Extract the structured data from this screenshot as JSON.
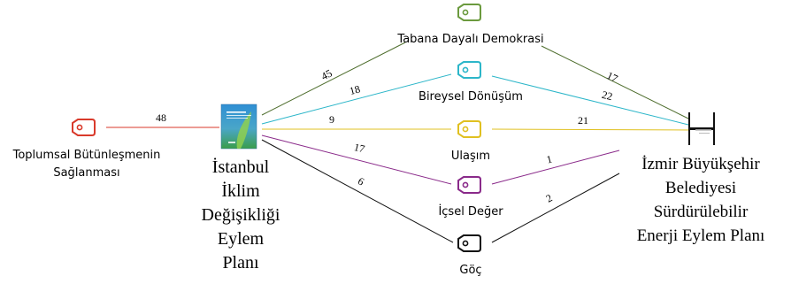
{
  "nodes": {
    "source_left": {
      "label": "Toplumsal Bütünleşmenin Sağlanması",
      "lines": [
        "Toplumsal Bütünleşmenin",
        "Sağlanması"
      ],
      "color": "#d93a2b"
    },
    "doc_istanbul": {
      "label": "İstanbul İklim Değişikliği Eylem Planı",
      "lines": [
        "İstanbul",
        "İklim",
        "Değişikliği",
        "Eylem",
        "Planı"
      ]
    },
    "doc_izmir": {
      "label": "İzmir Büyükşehir Belediyesi Sürdürülebilir Enerji Eylem Planı",
      "lines": [
        "İzmir Büyükşehir",
        "Belediyesi",
        "Sürdürülebilir",
        "Enerji Eylem Planı"
      ]
    },
    "tags": [
      {
        "id": "tabana",
        "label": "Tabana Dayalı Demokrasi",
        "color": "#6b9a3e"
      },
      {
        "id": "bireysel",
        "label": "Bireysel Dönüşüm",
        "color": "#2cb6c9"
      },
      {
        "id": "ulasim",
        "label": "Ulaşım",
        "color": "#e0c020"
      },
      {
        "id": "icsel",
        "label": "İçsel Değer",
        "color": "#8a2a8a"
      },
      {
        "id": "goc",
        "label": "Göç",
        "color": "#111111"
      }
    ]
  },
  "edges": [
    {
      "id": "left-istanbul",
      "weight": "48",
      "color": "#d93a2b"
    },
    {
      "id": "istanbul-tabana",
      "weight": "45",
      "color": "#4f6e2e"
    },
    {
      "id": "istanbul-bireysel",
      "weight": "18",
      "color": "#2cb6c9"
    },
    {
      "id": "istanbul-ulasim",
      "weight": "9",
      "color": "#e0c020"
    },
    {
      "id": "istanbul-icsel",
      "weight": "17",
      "color": "#8a2a8a"
    },
    {
      "id": "istanbul-goc",
      "weight": "6",
      "color": "#111111"
    },
    {
      "id": "tabana-izmir",
      "weight": "17",
      "color": "#4f6e2e"
    },
    {
      "id": "bireysel-izmir",
      "weight": "22",
      "color": "#2cb6c9"
    },
    {
      "id": "ulasim-izmir",
      "weight": "21",
      "color": "#e0c020"
    },
    {
      "id": "icsel-izmir",
      "weight": "1",
      "color": "#8a2a8a"
    },
    {
      "id": "goc-izmir",
      "weight": "2",
      "color": "#111111"
    }
  ]
}
